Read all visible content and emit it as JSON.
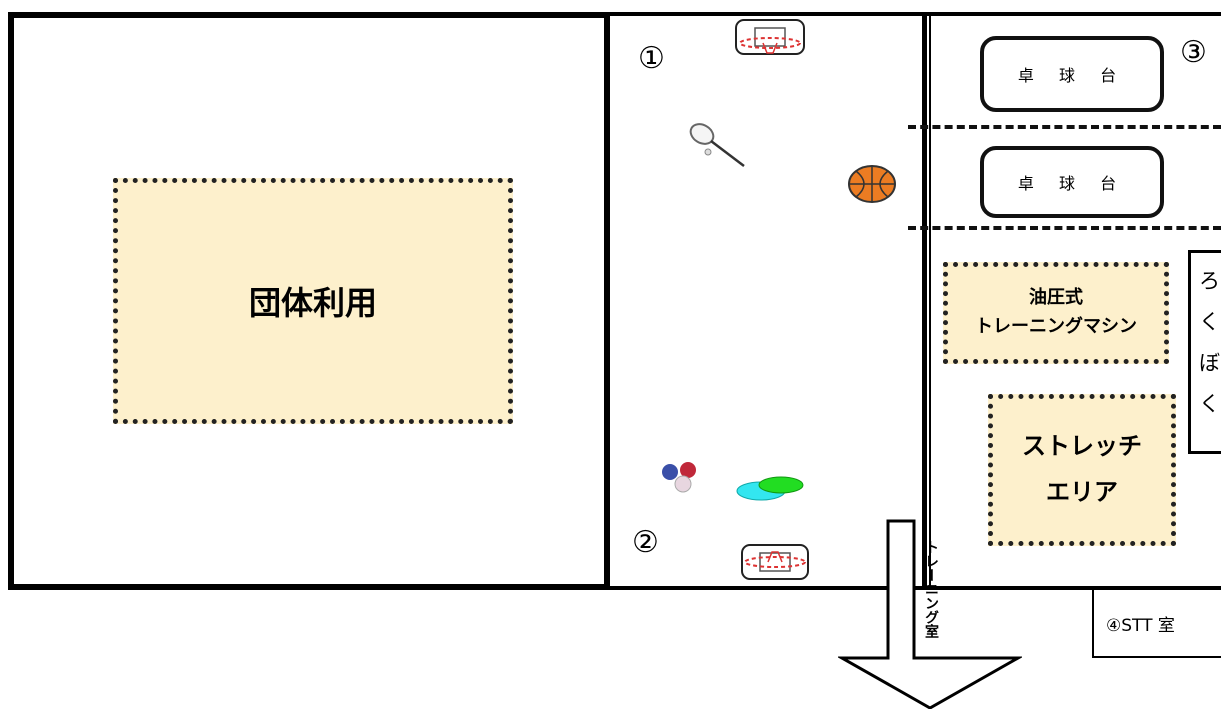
{
  "group_area": {
    "label": "団体利用"
  },
  "court": {
    "marker_1": "①",
    "marker_2": "②"
  },
  "tt_area": {
    "marker_3": "③",
    "table_1": "卓 球 台",
    "table_2": "卓 球 台",
    "machine_label_line1": "油圧式",
    "machine_label_line2": "トレーニングマシン",
    "stretch_line1": "ストレッチ",
    "stretch_line2": "エリア",
    "side_box_chars": [
      "ろ",
      "く",
      "ぼ",
      "く"
    ]
  },
  "stt_room": {
    "label": "④STT 室"
  },
  "arrow": {
    "label": "トレーニング室"
  },
  "icons": [
    "basketball-hoop-icon",
    "badminton-icon",
    "basketball-icon",
    "balls-icon",
    "discs-icon"
  ]
}
